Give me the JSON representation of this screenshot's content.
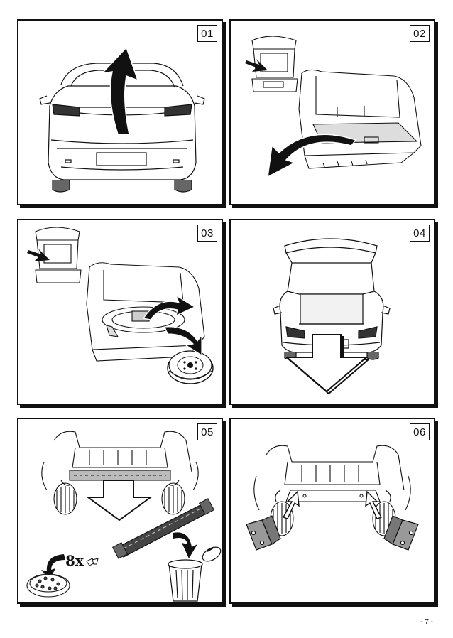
{
  "steps": [
    "01",
    "02",
    "03",
    "04",
    "05",
    "06"
  ],
  "step5": {
    "quantity": "8x"
  },
  "page": {
    "number": "- 7 -"
  }
}
